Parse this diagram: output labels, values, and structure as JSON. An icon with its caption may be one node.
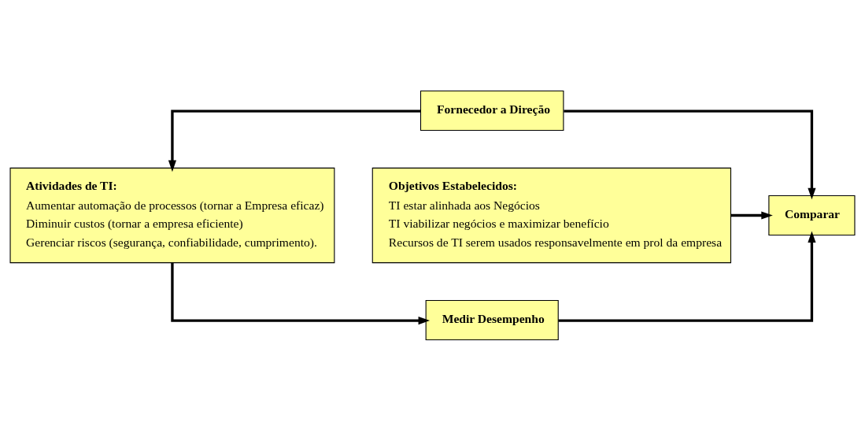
{
  "diagram": {
    "nodes": [
      {
        "text": [
          "Fornecedor a Direção"
        ]
      },
      {
        "text": [
          "Objetivos Estabelecidos:",
          "TI estar alinhada aos Negócios",
          "TI viabilizar negócios e maximizar benefício",
          "Recursos de TI serem usados responsavelmente em prol da empresa"
        ]
      },
      {
        "text": [
          "Comparar"
        ]
      },
      {
        "text": [
          "Atividades de TI:",
          "Aumentar automação de processos (tornar a Empresa eficaz)",
          "Diminuir custos (tornar a empresa eficiente)",
          "Gerenciar riscos (segurança, confiabilidade, cumprimento)."
        ]
      },
      {
        "text": [
          "Medir Desempenho"
        ]
      }
    ],
    "edges": [
      {
        "from": 0,
        "to": 2,
        "arrow": "to"
      },
      {
        "from": 1,
        "to": 2,
        "arrow": "to"
      },
      {
        "from": 4,
        "to": 2,
        "arrow": "to"
      },
      {
        "from": 0,
        "to": 3,
        "arrow": "to"
      },
      {
        "from": 3,
        "to": 4,
        "arrow": "to"
      }
    ]
  }
}
